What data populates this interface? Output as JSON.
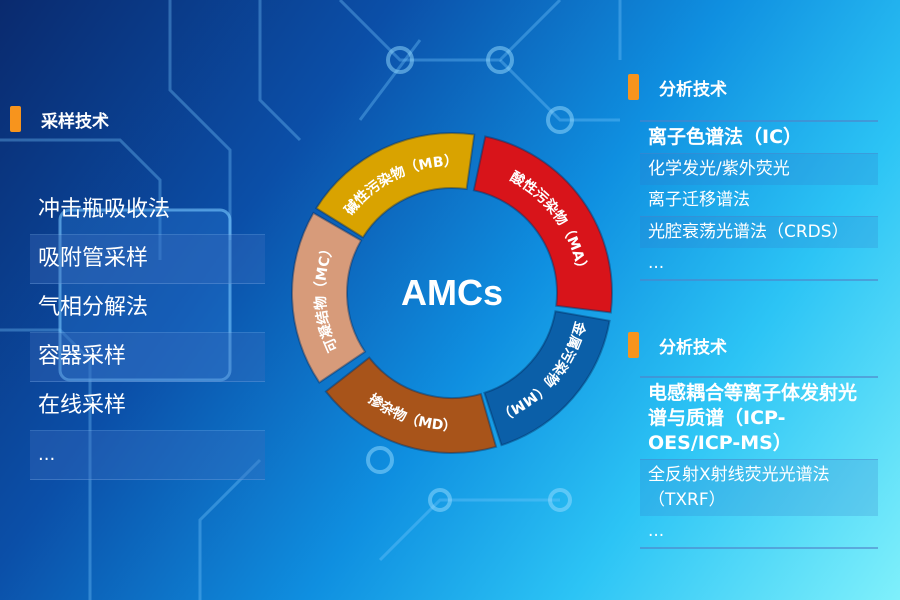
{
  "center_label": "AMCs",
  "sampling": {
    "title": "采样技术",
    "items": [
      "冲击瓶吸收法",
      "吸附管采样",
      "气相分解法",
      "容器采样",
      "在线采样",
      "..."
    ]
  },
  "segments": [
    {
      "label": "碱性污染物（MB）",
      "color": "#d9a300"
    },
    {
      "label": "酸性污染物（MA）",
      "color": "#d8141a"
    },
    {
      "label": "金属污染物（MM）",
      "color": "#0b5fa8"
    },
    {
      "label": "掺杂物（MD）",
      "color": "#a8541a"
    },
    {
      "label": "可凝结物（MC）",
      "color": "#d79b7a"
    }
  ],
  "analysis1": {
    "title": "分析技术",
    "items": [
      "离子色谱法（IC）",
      "化学发光/紫外荧光",
      "离子迁移谱法",
      "光腔衰荡光谱法（CRDS）",
      "..."
    ]
  },
  "analysis2": {
    "title": "分析技术",
    "items": [
      "电感耦合等离子体发射光谱与质谱（ICP-OES/ICP-MS）",
      "全反射X射线荧光光谱法（TXRF）",
      "..."
    ]
  }
}
